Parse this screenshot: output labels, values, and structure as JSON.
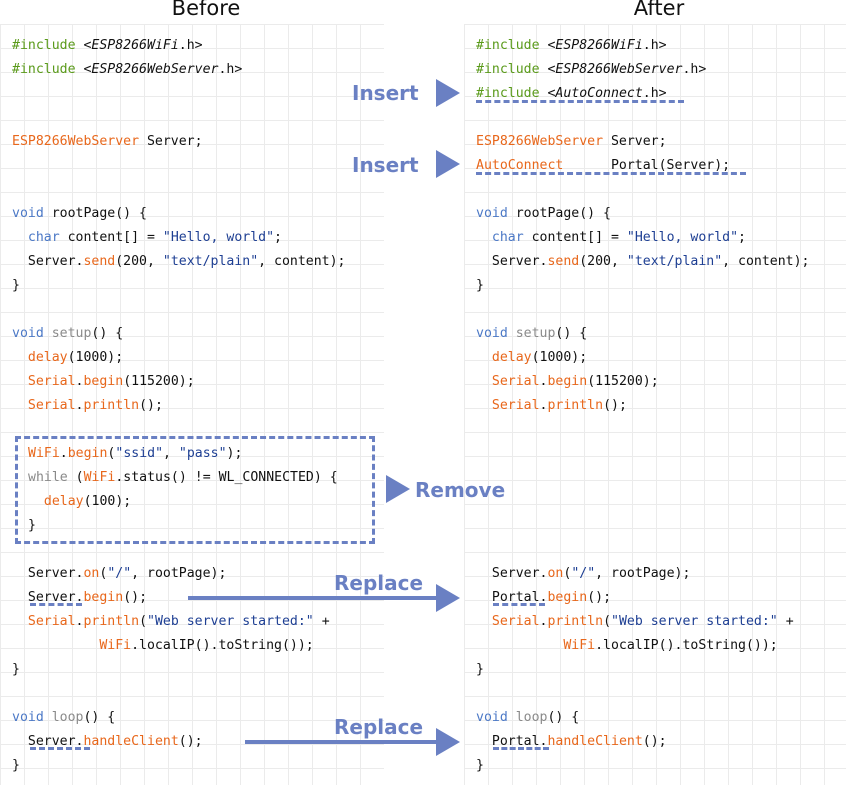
{
  "titles": {
    "before": "Before",
    "after": "After"
  },
  "annotations": {
    "insert": "Insert",
    "remove": "Remove",
    "replace": "Replace"
  },
  "colors": {
    "accent": "#6a80c3",
    "preprocessor": "#5a9a1a",
    "type_function": "#e8671b",
    "keyword": "#4b78c6",
    "string": "#1e3f93",
    "muted": "#8a8a8a",
    "grid": "#ebebeb"
  },
  "before": {
    "inc1": [
      "#include",
      " <",
      "ESP8266WiFi",
      ".h>"
    ],
    "inc2": [
      "#include",
      " <",
      "ESP8266WebServer",
      ".h>"
    ],
    "decl": [
      "ESP8266WebServer",
      " Server;"
    ],
    "root_sig": [
      "void",
      " rootPage() {"
    ],
    "root_l1": [
      "  ",
      "char",
      " content[] = ",
      "\"Hello, world\"",
      ";"
    ],
    "root_l2": [
      "  Server.",
      "send",
      "(200, ",
      "\"text/plain\"",
      ", content);"
    ],
    "close": "}",
    "setup_sig": [
      "void",
      " ",
      "setup",
      "() {"
    ],
    "setup_l1": [
      "  ",
      "delay",
      "(1000);"
    ],
    "setup_l2": [
      "  ",
      "Serial",
      ".",
      "begin",
      "(115200);"
    ],
    "setup_l3": [
      "  ",
      "Serial",
      ".",
      "println",
      "();"
    ],
    "rm_l1": [
      "WiFi",
      ".",
      "begin",
      "(",
      "\"ssid\"",
      ", ",
      "\"pass\"",
      ");"
    ],
    "rm_l2": [
      "while",
      " (",
      "WiFi",
      ".status() != WL_CONNECTED) {"
    ],
    "rm_l3": [
      "  ",
      "delay",
      "(100);"
    ],
    "rm_l4": "}",
    "on_line": [
      "  Server.",
      "on",
      "(",
      "\"/\"",
      ", rootPage);"
    ],
    "begin_line": [
      "  ",
      "Server",
      ".",
      "begin",
      "();"
    ],
    "println_line": [
      "  ",
      "Serial",
      ".",
      "println",
      "(",
      "\"Web server started:\"",
      " +"
    ],
    "localip_line": [
      "           ",
      "WiFi",
      ".localIP().toString());"
    ],
    "loop_sig": [
      "void",
      " ",
      "loop",
      "() {"
    ],
    "handle_line": [
      "  ",
      "Server",
      ".",
      "handleClient",
      "();"
    ]
  },
  "after": {
    "inc1": [
      "#include",
      " <",
      "ESP8266WiFi",
      ".h>"
    ],
    "inc2": [
      "#include",
      " <",
      "ESP8266WebServer",
      ".h>"
    ],
    "inc3": [
      "#include",
      " <",
      "AutoConnect",
      ".h>"
    ],
    "decl": [
      "ESP8266WebServer",
      " Server;"
    ],
    "decl2": [
      "AutoConnect",
      "      Portal(Server);"
    ],
    "root_sig": [
      "void",
      " rootPage() {"
    ],
    "root_l1": [
      "  ",
      "char",
      " content[] = ",
      "\"Hello, world\"",
      ";"
    ],
    "root_l2": [
      "  Server.",
      "send",
      "(200, ",
      "\"text/plain\"",
      ", content);"
    ],
    "close": "}",
    "setup_sig": [
      "void",
      " ",
      "setup",
      "() {"
    ],
    "setup_l1": [
      "  ",
      "delay",
      "(1000);"
    ],
    "setup_l2": [
      "  ",
      "Serial",
      ".",
      "begin",
      "(115200);"
    ],
    "setup_l3": [
      "  ",
      "Serial",
      ".",
      "println",
      "();"
    ],
    "on_line": [
      "  Server.",
      "on",
      "(",
      "\"/\"",
      ", rootPage);"
    ],
    "begin_line": [
      "  ",
      "Portal",
      ".",
      "begin",
      "();"
    ],
    "println_line": [
      "  ",
      "Serial",
      ".",
      "println",
      "(",
      "\"Web server started:\"",
      " +"
    ],
    "localip_line": [
      "           ",
      "WiFi",
      ".localIP().toString());"
    ],
    "loop_sig": [
      "void",
      " ",
      "loop",
      "() {"
    ],
    "handle_line": [
      "  ",
      "Portal",
      ".",
      "handleClient",
      "();"
    ]
  }
}
